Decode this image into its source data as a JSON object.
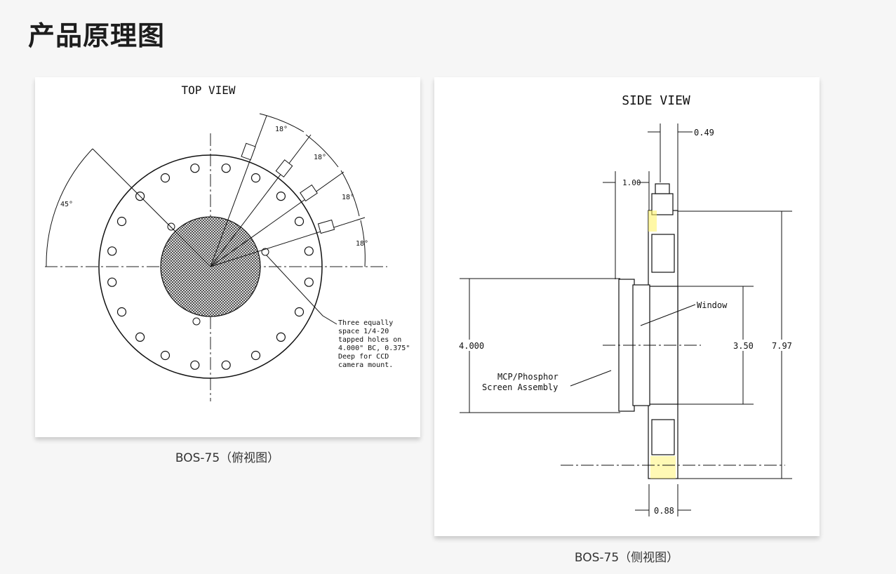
{
  "page": {
    "title": "产品原理图"
  },
  "top_view": {
    "heading": "TOP VIEW",
    "angle_45": "45°",
    "angle_18a": "18°",
    "angle_18b": "18°",
    "angle_18c": "18°",
    "angle_18d": "18°",
    "note_lines": [
      "Three equally",
      "space 1/4-20",
      "tapped holes on",
      "4.000\" BC, 0.375\"",
      "Deep for CCD",
      "camera mount."
    ],
    "caption": "BOS-75（俯视图）"
  },
  "side_view": {
    "heading": "SIDE VIEW",
    "dim_049": "0.49",
    "dim_100": "1.00",
    "dim_4000": "4.000",
    "dim_350": "3.50",
    "dim_797": "7.97",
    "dim_088": "0.88",
    "label_window": "Window",
    "label_mcp_1": "MCP/Phosphor",
    "label_mcp_2": "Screen Assembly",
    "caption": "BOS-75（侧视图）"
  }
}
